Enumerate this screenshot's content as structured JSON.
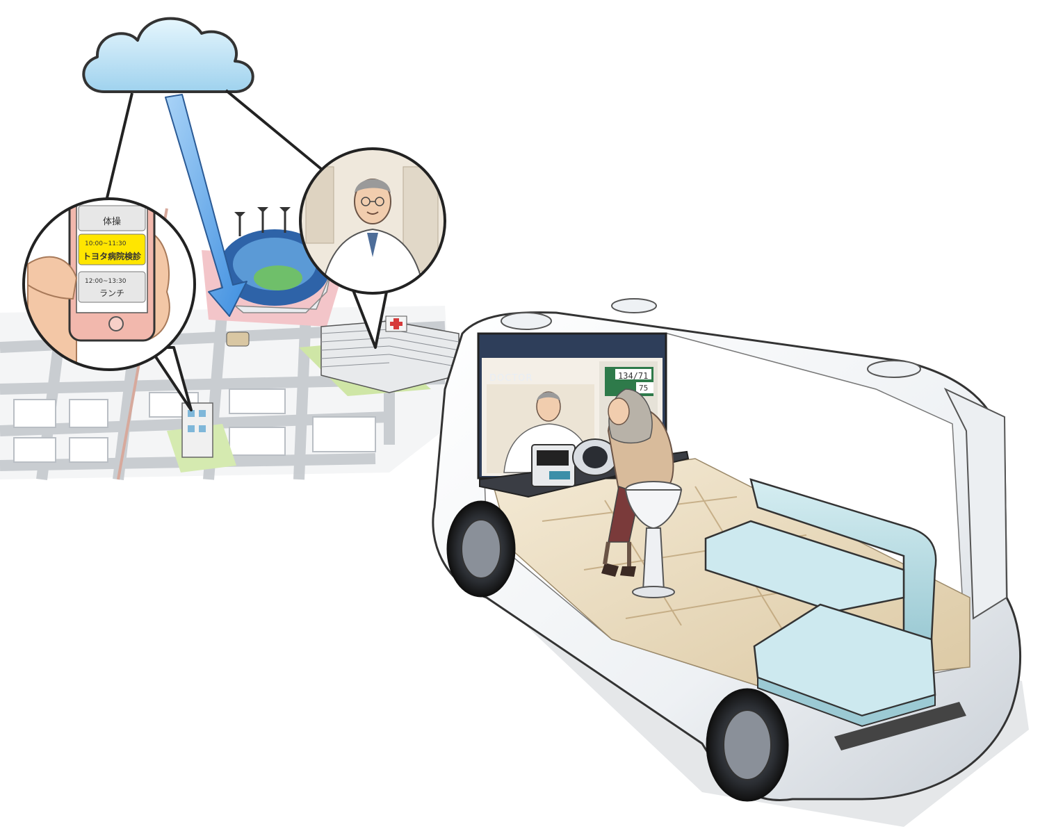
{
  "phone": {
    "item_top_label": "体操",
    "highlight_time": "10:00~11:30",
    "highlight_title": "トヨタ病院検診",
    "next_time": "12:00~13:30",
    "next_title": "ランチ"
  },
  "monitor": {
    "header_label": "DOCTOR",
    "blood_pressure": "134/71",
    "pulse_partial": "75"
  },
  "colors": {
    "cloud": "#bfe4f5",
    "arrow": "#5aa6e6",
    "highlight": "#ffe600",
    "sofa": "#bfe3ea",
    "vehicle_body": "#f2f4f6",
    "floor": "#eadbbd"
  }
}
